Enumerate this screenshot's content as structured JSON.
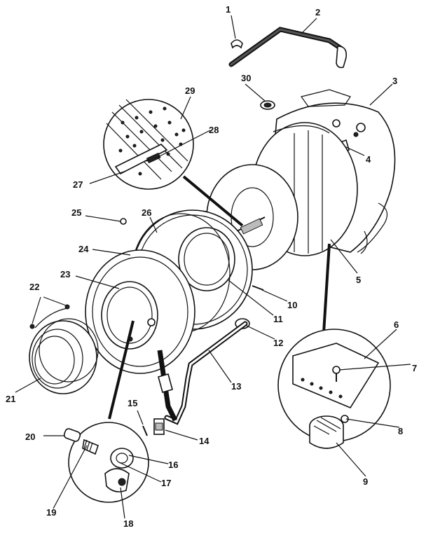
{
  "callouts": [
    {
      "id": "1",
      "text": "1"
    },
    {
      "id": "2",
      "text": "2"
    },
    {
      "id": "3",
      "text": "3"
    },
    {
      "id": "4",
      "text": "4"
    },
    {
      "id": "5",
      "text": "5"
    },
    {
      "id": "6",
      "text": "6"
    },
    {
      "id": "7",
      "text": "7"
    },
    {
      "id": "8",
      "text": "8"
    },
    {
      "id": "9",
      "text": "9"
    },
    {
      "id": "10",
      "text": "10"
    },
    {
      "id": "11",
      "text": "11"
    },
    {
      "id": "12",
      "text": "12"
    },
    {
      "id": "13",
      "text": "13"
    },
    {
      "id": "14",
      "text": "14"
    },
    {
      "id": "15",
      "text": "15"
    },
    {
      "id": "16",
      "text": "16"
    },
    {
      "id": "17",
      "text": "17"
    },
    {
      "id": "18",
      "text": "18"
    },
    {
      "id": "19",
      "text": "19"
    },
    {
      "id": "20",
      "text": "20"
    },
    {
      "id": "21",
      "text": "21"
    },
    {
      "id": "22",
      "text": "22"
    },
    {
      "id": "23",
      "text": "23"
    },
    {
      "id": "24",
      "text": "24"
    },
    {
      "id": "25",
      "text": "25"
    },
    {
      "id": "26",
      "text": "26"
    },
    {
      "id": "27",
      "text": "27"
    },
    {
      "id": "28",
      "text": "28"
    },
    {
      "id": "29",
      "text": "29"
    },
    {
      "id": "30",
      "text": "30"
    }
  ]
}
